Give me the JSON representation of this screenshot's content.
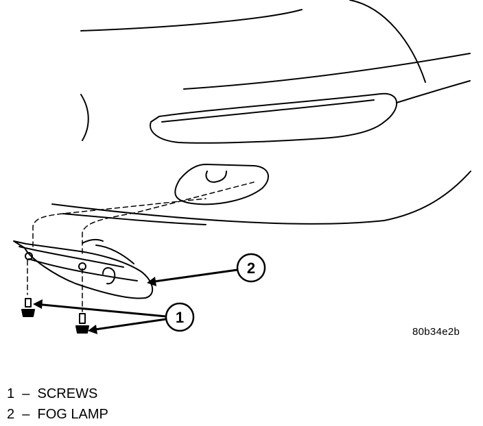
{
  "diagram": {
    "figure_id": "80b34e2b",
    "callouts": [
      {
        "number": "1"
      },
      {
        "number": "2"
      }
    ]
  },
  "legend": [
    {
      "number": "1",
      "separator": "–",
      "label": "SCREWS"
    },
    {
      "number": "2",
      "separator": "–",
      "label": "FOG LAMP"
    }
  ]
}
